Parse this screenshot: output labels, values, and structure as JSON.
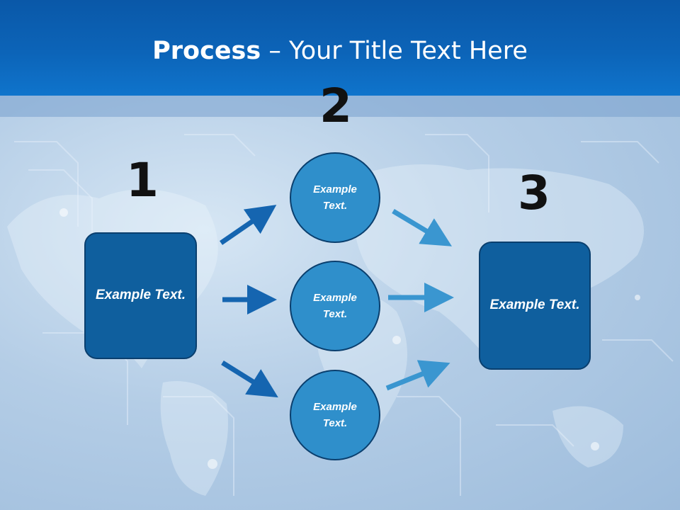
{
  "slide": {
    "title_bold": "Process",
    "title_rest": " – Your Title Text Here"
  },
  "steps": [
    {
      "number": "1"
    },
    {
      "number": "2"
    },
    {
      "number": "3"
    }
  ],
  "left_box": {
    "text": "Example Text."
  },
  "circles": [
    {
      "text": "Example Text."
    },
    {
      "text": "Example Text."
    },
    {
      "text": "Example Text."
    }
  ],
  "right_box": {
    "text": "Example Text."
  },
  "colors": {
    "header": "#0c64b8",
    "box_fill": "#0f5f9e",
    "circle_fill": "#2f8fcb",
    "arrow_dark": "#1565b0",
    "arrow_light": "#3a96d0"
  }
}
